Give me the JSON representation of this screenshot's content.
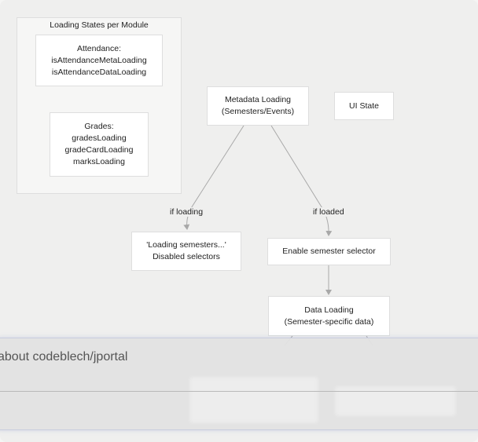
{
  "group": {
    "title": "Loading States per Module",
    "attendance": [
      "Attendance:",
      "isAttendanceMetaLoading",
      "isAttendanceDataLoading"
    ],
    "grades": [
      "Grades:",
      "gradesLoading",
      "gradeCardLoading",
      "marksLoading"
    ]
  },
  "nodes": {
    "metadata": [
      "Metadata Loading",
      "(Semesters/Events)"
    ],
    "ui_state": [
      "UI State"
    ],
    "loading_semesters": [
      "'Loading semesters...'",
      "Disabled selectors"
    ],
    "enable_selector": [
      "Enable semester selector"
    ],
    "data_loading": [
      "Data Loading",
      "(Semester-specific data)"
    ]
  },
  "edges": {
    "if_loading": "if loading",
    "if_loaded": "if loaded"
  },
  "overlay": {
    "title": "about codeblech/jportal"
  },
  "colors": {
    "edge": "#a8a8a8",
    "node_border": "#dedede",
    "overlay_border": "#c9cedf"
  }
}
